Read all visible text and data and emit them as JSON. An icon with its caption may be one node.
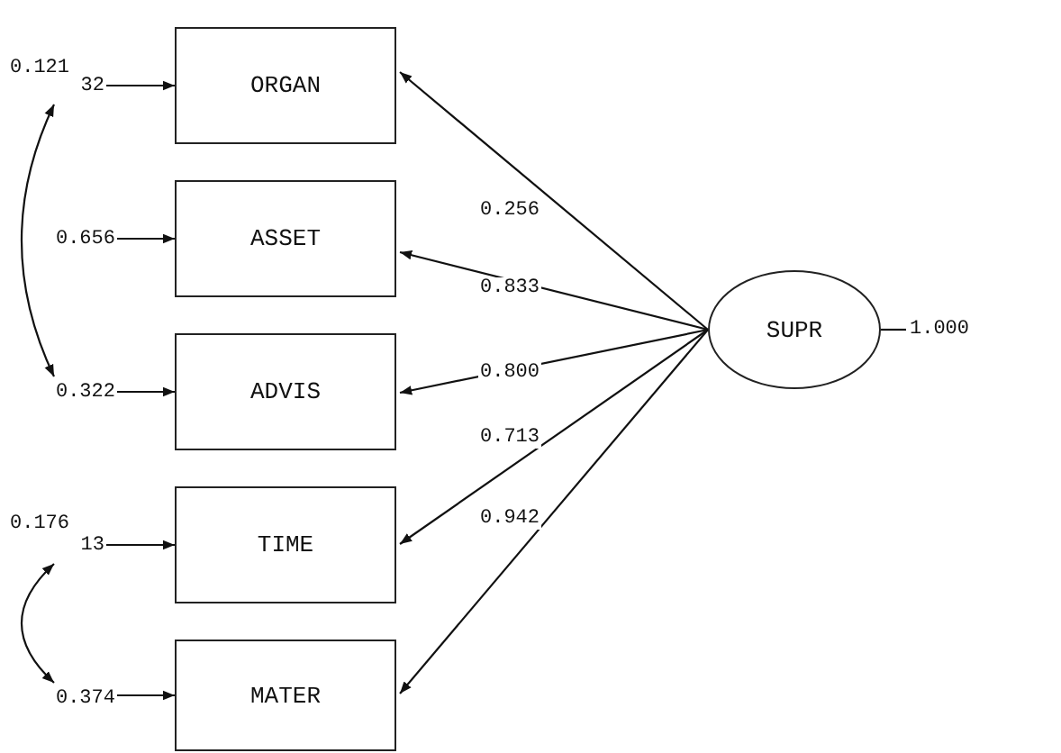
{
  "diagram": {
    "nodes": [
      {
        "text": [
          "ORGAN"
        ]
      },
      {
        "text": [
          "ASSET"
        ]
      },
      {
        "text": [
          "ADVIS"
        ]
      },
      {
        "text": [
          "TIME"
        ]
      },
      {
        "text": [
          "MATER"
        ]
      },
      {
        "text": [
          "SUPR"
        ]
      },
      {
        "text": [
          "32"
        ]
      },
      {
        "text": [
          "0.656"
        ]
      },
      {
        "text": [
          "0.322"
        ]
      },
      {
        "text": [
          "13"
        ]
      },
      {
        "text": [
          "0.374"
        ]
      },
      {
        "text": [
          "1.000"
        ]
      }
    ],
    "edges": [
      {
        "from": 5,
        "to": 0,
        "arrow": "to",
        "label": "0.256"
      },
      {
        "from": 5,
        "to": 1,
        "arrow": "to",
        "label": "0.833"
      },
      {
        "from": 5,
        "to": 2,
        "arrow": "to",
        "label": "0.800"
      },
      {
        "from": 5,
        "to": 3,
        "arrow": "to",
        "label": "0.713"
      },
      {
        "from": 5,
        "to": 4,
        "arrow": "to",
        "label": "0.942"
      },
      {
        "from": 6,
        "to": 0,
        "arrow": "to"
      },
      {
        "from": 7,
        "to": 1,
        "arrow": "to"
      },
      {
        "from": 8,
        "to": 2,
        "arrow": "to"
      },
      {
        "from": 9,
        "to": 3,
        "arrow": "to"
      },
      {
        "from": 10,
        "to": 4,
        "arrow": "to"
      },
      {
        "from": 6,
        "to": 8,
        "arrow": "both",
        "label": "0.121"
      },
      {
        "from": 9,
        "to": 10,
        "arrow": "both",
        "label": "0.176"
      },
      {
        "from": 5,
        "to": 11,
        "arrow": "none"
      }
    ]
  }
}
